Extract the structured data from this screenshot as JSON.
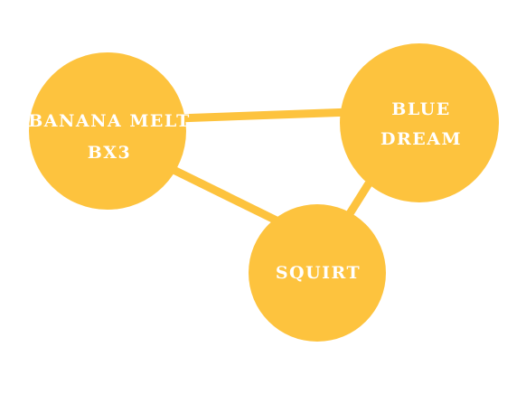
{
  "colors": {
    "node_fill": "#FDC33E",
    "edge_stroke": "#FDC33E",
    "label_text": "#FFFFFF",
    "background": "#FFFFFF"
  },
  "nodes": [
    {
      "id": "banana-melt-bx3",
      "lines": [
        "BANANA MELT",
        "BX3"
      ]
    },
    {
      "id": "blue-dream",
      "lines": [
        "BLUE",
        "DREAM"
      ]
    },
    {
      "id": "squirt",
      "lines": [
        "SQUIRT"
      ]
    }
  ],
  "edges": [
    {
      "from": "banana-melt-bx3",
      "to": "blue-dream"
    },
    {
      "from": "banana-melt-bx3",
      "to": "squirt"
    },
    {
      "from": "blue-dream",
      "to": "squirt"
    }
  ]
}
